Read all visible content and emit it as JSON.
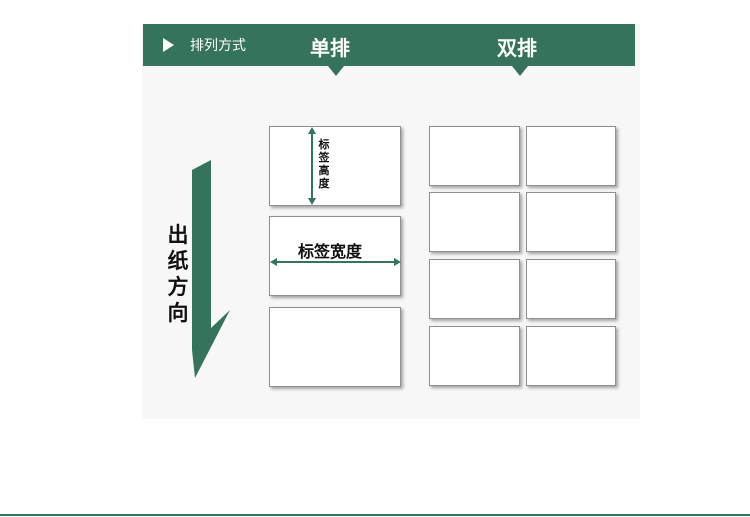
{
  "header": {
    "mode_label": "排列方式",
    "single_label": "单排",
    "double_label": "双排"
  },
  "direction_label": "出纸方向",
  "dimensions": {
    "height_label": "标签高度",
    "width_label": "标签宽度"
  },
  "colors": {
    "accent": "#35735a",
    "label_border": "#8f8f8f"
  }
}
